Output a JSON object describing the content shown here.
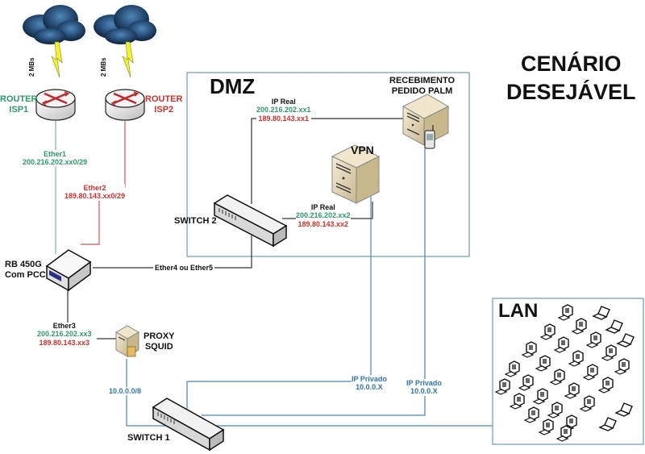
{
  "title": {
    "line1": "CENÁRIO",
    "line2": "DESEJÁVEL"
  },
  "zones": {
    "dmz": {
      "label": "DMZ"
    },
    "lan": {
      "label": "LAN"
    }
  },
  "links": {
    "isp1_speed": "2 MBs",
    "isp2_speed": "2 MBs"
  },
  "routers": {
    "isp1": {
      "line1": "ROUTER",
      "line2": "ISP1"
    },
    "isp2": {
      "line1": "ROUTER",
      "line2": "ISP2"
    }
  },
  "interfaces": {
    "ether1": {
      "name": "Ether1",
      "ip": "200.216.202.xx0/29"
    },
    "ether2": {
      "name": "Ether2",
      "ip": "189.80.143.xx0/29"
    },
    "ether3": {
      "name": "Ether3",
      "ip_green": "200.216.202.xx3",
      "ip_red": "189.80.143.xx3"
    },
    "ether45": {
      "name": "Ether4 ou Ether5"
    }
  },
  "devices": {
    "rb450g": {
      "line1": "RB 450G",
      "line2": "Com PCC"
    },
    "proxy": {
      "line1": "PROXY",
      "line2": "SQUID"
    },
    "switch1": {
      "label": "SWITCH 1"
    },
    "switch2": {
      "label": "SWITCH 2"
    },
    "vpn": {
      "label": "VPN"
    },
    "palm": {
      "line1": "RECEBIMENTO",
      "line2": "PEDIDO PALM"
    }
  },
  "addresses": {
    "palm_real": {
      "heading": "IP Real",
      "green": "200.216.202.xx1",
      "red": "189.80.143.xx1"
    },
    "vpn_real": {
      "heading": "IP Real",
      "green": "200.216.202.xx2",
      "red": "189.80.143.xx2"
    },
    "lan_net": "10.0.0.0/8",
    "vpn_private": {
      "heading": "IP Privado",
      "ip": "10.0.0.X"
    },
    "palm_private": {
      "heading": "IP Privado",
      "ip": "10.0.0.X"
    }
  },
  "colors": {
    "green": "#2e9a6a",
    "red": "#d0312d",
    "blue_line": "#4a86b0",
    "zone_border": "#6b9bb8",
    "server_beige": "#d9ccaa",
    "bolt_yellow": "#f2f22a",
    "cloud_dark": "#1d3a5c"
  }
}
